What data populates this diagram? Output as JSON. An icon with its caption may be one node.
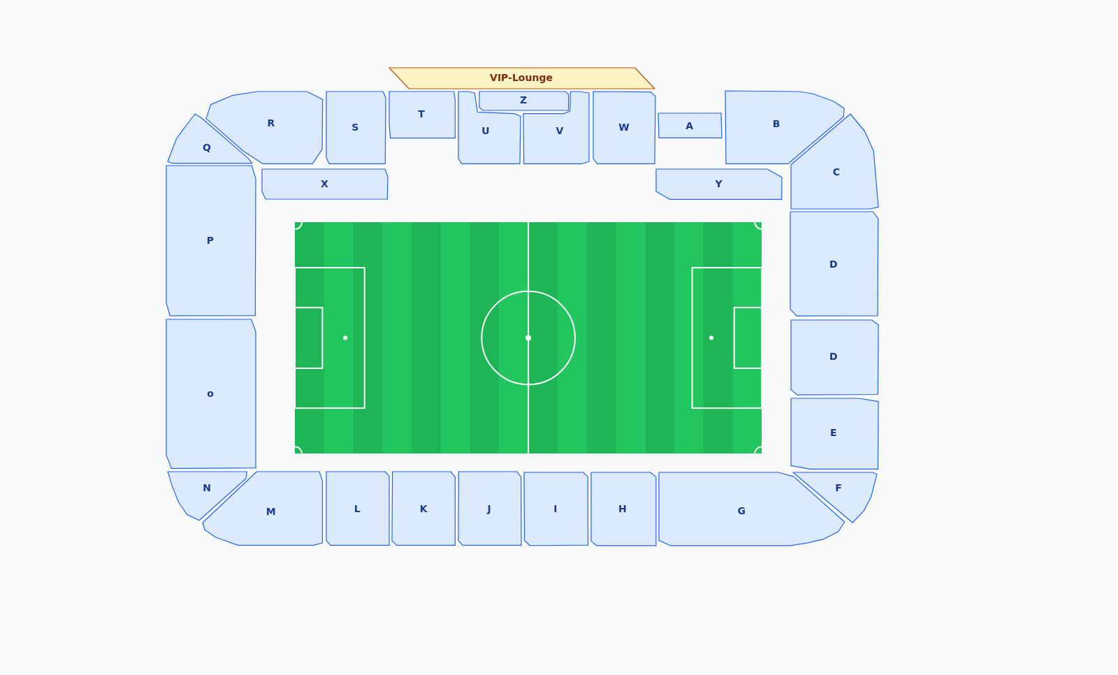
{
  "diagram": {
    "nodes": [
      {
        "text": [
          "VIP-Lounge"
        ]
      },
      {
        "text": [
          "R"
        ]
      },
      {
        "text": [
          "S"
        ]
      },
      {
        "text": [
          "T"
        ]
      },
      {
        "text": [
          "Z"
        ]
      },
      {
        "text": [
          "U"
        ]
      },
      {
        "text": [
          "V"
        ]
      },
      {
        "text": [
          "W"
        ]
      },
      {
        "text": [
          "A"
        ]
      },
      {
        "text": [
          "B"
        ]
      },
      {
        "text": [
          "Q"
        ]
      },
      {
        "text": [
          "C"
        ]
      },
      {
        "text": [
          "X"
        ]
      },
      {
        "text": [
          "Y"
        ]
      },
      {
        "text": [
          "P"
        ]
      },
      {
        "text": [
          "D"
        ]
      },
      {
        "text": [
          "D"
        ]
      },
      {
        "text": [
          "o"
        ]
      },
      {
        "text": [
          "E"
        ]
      },
      {
        "text": [
          "N"
        ]
      },
      {
        "text": [
          "F"
        ]
      },
      {
        "text": [
          "M"
        ]
      },
      {
        "text": [
          "L"
        ]
      },
      {
        "text": [
          "K"
        ]
      },
      {
        "text": [
          "J"
        ]
      },
      {
        "text": [
          "I"
        ]
      },
      {
        "text": [
          "H"
        ]
      },
      {
        "text": [
          "G"
        ]
      }
    ]
  }
}
